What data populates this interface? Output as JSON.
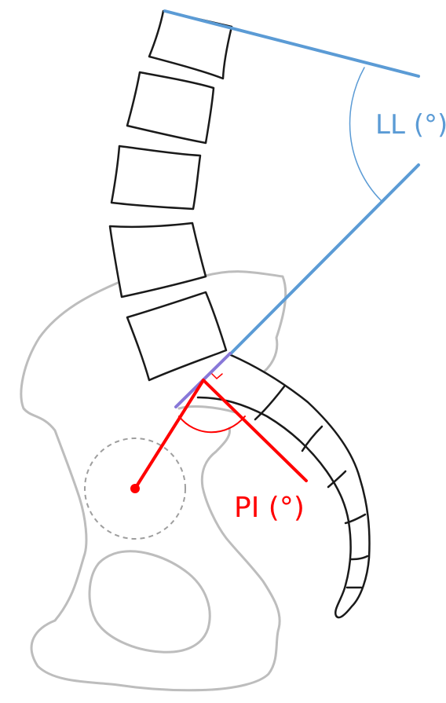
{
  "labels": {
    "lumbar_lordosis": "LL (°)",
    "pelvic_incidence": "PI (°)"
  },
  "colors": {
    "bone_outline": "#1a1a1a",
    "pelvis_outline": "#bdbdbd",
    "femoral_head_circle": "#9e9e9e",
    "lumbar_lordosis": "#5b9bd5",
    "pelvic_incidence": "#ff0000",
    "sacral_endplate": "#8878d8"
  },
  "icons": {
    "femoral_head_center": "red-dot"
  }
}
